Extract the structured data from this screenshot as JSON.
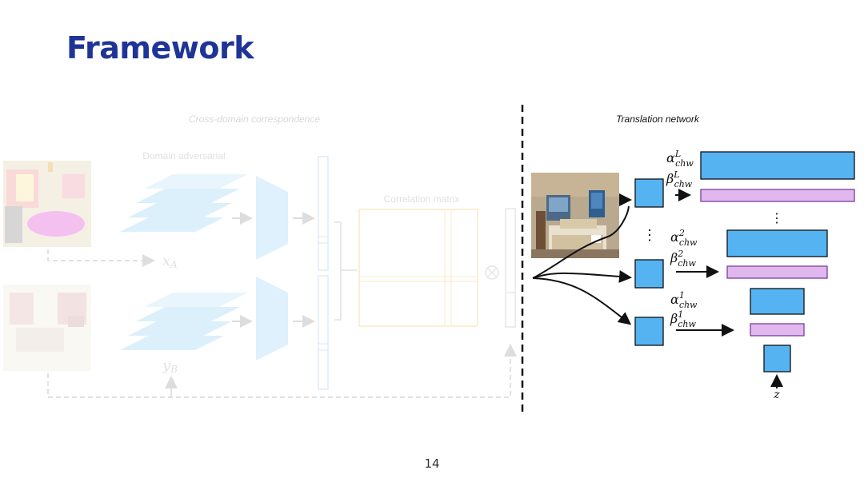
{
  "slide": {
    "title": "Framework",
    "page_number": "14"
  },
  "left_panel": {
    "header": "Cross-domain correspondence",
    "domain_adversarial_label": "Domain adversarial",
    "correlation_matrix_label": "Correlation matrix",
    "x_label": "x",
    "x_sub": "A",
    "y_label": "y",
    "y_sub": "B",
    "operator_symbol": "⊗"
  },
  "right_panel": {
    "header": "Translation network",
    "alpha_symbol": "α",
    "beta_symbol": "β",
    "subscript": "chw",
    "levels": [
      {
        "alpha_sup": "L",
        "beta_sup": "L"
      },
      {
        "alpha_sup": "2",
        "beta_sup": "2"
      },
      {
        "alpha_sup": "1",
        "beta_sup": "1"
      }
    ],
    "vertical_ellipsis": "⋮",
    "z_label": "z"
  },
  "colors": {
    "title": "#1f3497",
    "feature_blue": "#55b3f2",
    "modulation_purple": "#e0b8ee",
    "faded_blue": "#e6f4fd",
    "faded_orange": "#fcefd2"
  }
}
